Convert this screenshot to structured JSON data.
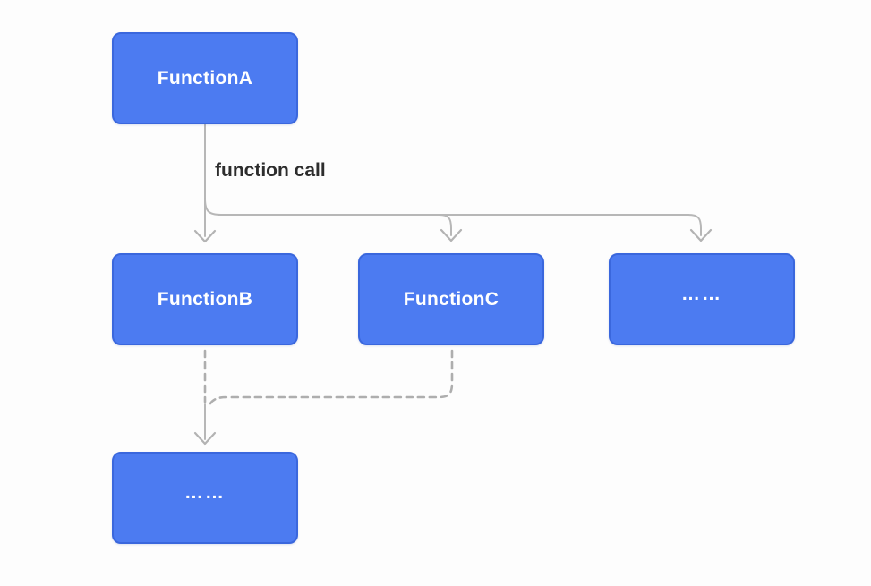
{
  "diagram": {
    "edge_label": "function call",
    "nodes": [
      {
        "id": "functionA",
        "label": "FunctionA"
      },
      {
        "id": "functionB",
        "label": "FunctionB"
      },
      {
        "id": "functionC",
        "label": "FunctionC"
      },
      {
        "id": "moreRight",
        "label": "……"
      },
      {
        "id": "moreBottom",
        "label": "……"
      }
    ],
    "edges": [
      {
        "from": "functionA",
        "to": "functionB",
        "style": "solid",
        "label": "function call"
      },
      {
        "from": "functionA",
        "to": "functionC",
        "style": "solid"
      },
      {
        "from": "functionA",
        "to": "moreRight",
        "style": "solid"
      },
      {
        "from": "functionB",
        "to": "moreBottom",
        "style": "dashed"
      },
      {
        "from": "functionC",
        "to": "moreBottom",
        "style": "dashed"
      }
    ],
    "colors": {
      "node_fill": "#4C7BF1",
      "node_border": "#3A67DD",
      "node_text": "#FFFFFF",
      "wire_gray": "#B5B5B5",
      "label_text": "#2D2D2D",
      "background": "#FDFDFD"
    }
  }
}
